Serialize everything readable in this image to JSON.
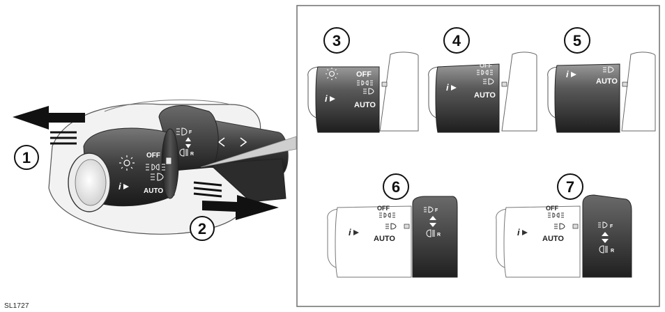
{
  "reference_code": "SL1727",
  "callouts": [
    "1",
    "2",
    "3",
    "4",
    "5",
    "6",
    "7"
  ],
  "switch_labels": {
    "off": "OFF",
    "auto": "AUTO",
    "front_fog_letter": "F",
    "rear_fog_letter": "R"
  },
  "icons": [
    "sun-icon",
    "side-lights-icon",
    "headlamp-icon",
    "info-arrow-icon",
    "front-fog-icon",
    "rear-fog-icon",
    "indicator-arrows-icon"
  ],
  "colors": {
    "stalk_dark": "#2f2f2f",
    "stalk_mid": "#6a6a6a",
    "outline": "#444444",
    "panel_border": "#777777"
  }
}
